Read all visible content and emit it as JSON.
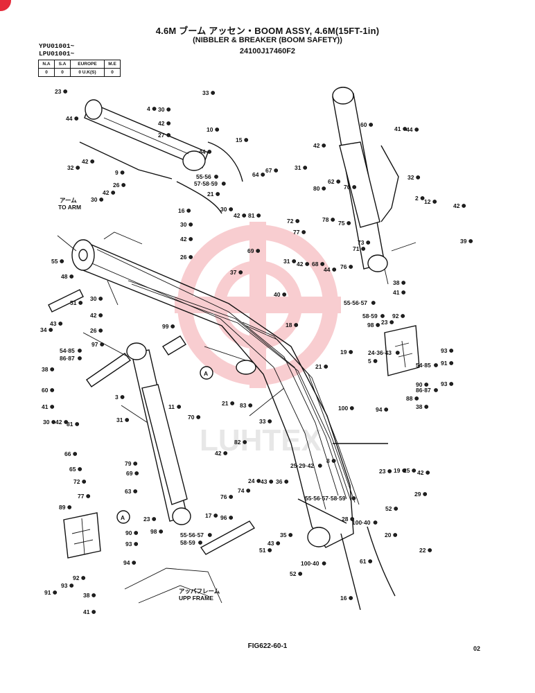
{
  "header": {
    "title": "4.6M ブーム アッセン・BOOM ASSY, 4.6M(15FT-1in)",
    "subtitle": "(NIBBLER & BREAKER (BOOM SAFETY))",
    "part_number": "24100J17460F2"
  },
  "serials": [
    "YPU01001~",
    "LPU01001~"
  ],
  "region_table": {
    "headers": [
      "N.A",
      "S.A",
      "EUROPE",
      "M.E"
    ],
    "values": [
      "0",
      "0",
      "0 U.K(S)",
      "0"
    ]
  },
  "annotations": {
    "arm_jp": "アーム",
    "arm_en": "TO ARM",
    "upper_frame_jp": "アッパフレーム",
    "upper_frame_en": "UPP FRAME",
    "detail_marker": "A"
  },
  "watermark": {
    "text": "LUHTEX",
    "color": "#e8505b"
  },
  "callouts": [
    {
      "n": "23"
    },
    {
      "n": "4"
    },
    {
      "n": "33"
    },
    {
      "n": "30"
    },
    {
      "n": "42"
    },
    {
      "n": "10"
    },
    {
      "n": "44"
    },
    {
      "n": "27"
    },
    {
      "n": "44"
    },
    {
      "n": "15"
    },
    {
      "n": "42"
    },
    {
      "n": "32"
    },
    {
      "n": "9"
    },
    {
      "n": "55·56"
    },
    {
      "n": "57·58·59"
    },
    {
      "n": "21"
    },
    {
      "n": "26"
    },
    {
      "n": "30"
    },
    {
      "n": "42"
    },
    {
      "n": "16"
    },
    {
      "n": "30"
    },
    {
      "n": "42"
    },
    {
      "n": "26"
    },
    {
      "n": "55"
    },
    {
      "n": "48"
    },
    {
      "n": "51"
    },
    {
      "n": "30"
    },
    {
      "n": "42"
    },
    {
      "n": "26"
    },
    {
      "n": "34"
    },
    {
      "n": "43"
    },
    {
      "n": "97"
    },
    {
      "n": "54·85"
    },
    {
      "n": "86·87"
    },
    {
      "n": "38"
    },
    {
      "n": "60"
    },
    {
      "n": "41"
    },
    {
      "n": "30"
    },
    {
      "n": "42"
    },
    {
      "n": "81"
    },
    {
      "n": "66"
    },
    {
      "n": "65"
    },
    {
      "n": "72"
    },
    {
      "n": "77"
    },
    {
      "n": "3"
    },
    {
      "n": "11"
    },
    {
      "n": "31"
    },
    {
      "n": "79"
    },
    {
      "n": "69"
    },
    {
      "n": "63"
    },
    {
      "n": "89"
    },
    {
      "n": "90"
    },
    {
      "n": "93"
    },
    {
      "n": "94"
    },
    {
      "n": "91"
    },
    {
      "n": "93"
    },
    {
      "n": "92"
    },
    {
      "n": "38"
    },
    {
      "n": "41"
    },
    {
      "n": "23"
    },
    {
      "n": "98"
    },
    {
      "n": "55·56·57"
    },
    {
      "n": "58·59"
    },
    {
      "n": "17"
    },
    {
      "n": "76"
    },
    {
      "n": "74"
    },
    {
      "n": "96"
    },
    {
      "n": "24"
    },
    {
      "n": "43"
    },
    {
      "n": "36"
    },
    {
      "n": "51"
    },
    {
      "n": "43"
    },
    {
      "n": "35"
    },
    {
      "n": "52"
    },
    {
      "n": "100·40"
    },
    {
      "n": "64"
    },
    {
      "n": "67"
    },
    {
      "n": "31"
    },
    {
      "n": "30"
    },
    {
      "n": "42"
    },
    {
      "n": "81"
    },
    {
      "n": "80"
    },
    {
      "n": "62"
    },
    {
      "n": "70"
    },
    {
      "n": "72"
    },
    {
      "n": "77"
    },
    {
      "n": "78"
    },
    {
      "n": "75"
    },
    {
      "n": "69"
    },
    {
      "n": "31"
    },
    {
      "n": "42"
    },
    {
      "n": "68"
    },
    {
      "n": "44"
    },
    {
      "n": "76"
    },
    {
      "n": "71"
    },
    {
      "n": "73"
    },
    {
      "n": "37"
    },
    {
      "n": "40"
    },
    {
      "n": "18"
    },
    {
      "n": "99"
    },
    {
      "n": "21"
    },
    {
      "n": "83"
    },
    {
      "n": "19"
    },
    {
      "n": "21"
    },
    {
      "n": "70"
    },
    {
      "n": "82"
    },
    {
      "n": "42"
    },
    {
      "n": "33"
    },
    {
      "n": "25·29·42"
    },
    {
      "n": "100"
    },
    {
      "n": "8"
    },
    {
      "n": "24·36·43"
    },
    {
      "n": "5"
    },
    {
      "n": "54·85"
    },
    {
      "n": "86·87"
    },
    {
      "n": "38"
    },
    {
      "n": "60"
    },
    {
      "n": "41"
    },
    {
      "n": "44"
    },
    {
      "n": "42"
    },
    {
      "n": "32"
    },
    {
      "n": "2"
    },
    {
      "n": "12"
    },
    {
      "n": "42"
    },
    {
      "n": "39"
    },
    {
      "n": "38"
    },
    {
      "n": "41"
    },
    {
      "n": "55·56·57"
    },
    {
      "n": "58·59"
    },
    {
      "n": "98"
    },
    {
      "n": "23"
    },
    {
      "n": "92"
    },
    {
      "n": "93"
    },
    {
      "n": "91"
    },
    {
      "n": "90"
    },
    {
      "n": "93"
    },
    {
      "n": "88"
    },
    {
      "n": "94"
    },
    {
      "n": "23"
    },
    {
      "n": "19"
    },
    {
      "n": "25"
    },
    {
      "n": "42"
    },
    {
      "n": "29"
    },
    {
      "n": "55·56·57·58·59"
    },
    {
      "n": "52"
    },
    {
      "n": "28"
    },
    {
      "n": "100·40"
    },
    {
      "n": "20"
    },
    {
      "n": "22"
    },
    {
      "n": "61"
    },
    {
      "n": "16"
    },
    {
      "n": "15"
    },
    {
      "n": "16"
    }
  ],
  "footer": {
    "figure": "FIG622-60-1",
    "page": "02"
  }
}
